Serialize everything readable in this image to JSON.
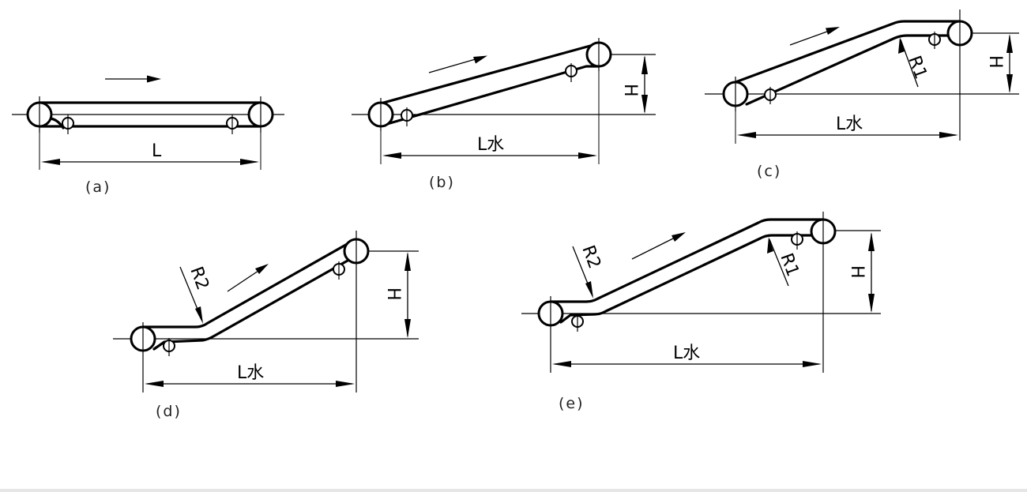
{
  "figures": [
    {
      "id": "a",
      "caption": "(a)",
      "length_label": "L",
      "radius_labels": [],
      "height_label": ""
    },
    {
      "id": "b",
      "caption": "(b)",
      "length_label": "L水",
      "radius_labels": [],
      "height_label": "H"
    },
    {
      "id": "c",
      "caption": "(c)",
      "length_label": "L水",
      "radius_labels": [
        "R1"
      ],
      "height_label": "H"
    },
    {
      "id": "d",
      "caption": "(d)",
      "length_label": "L水",
      "radius_labels": [
        "R2"
      ],
      "height_label": "H"
    },
    {
      "id": "e",
      "caption": "(e)",
      "length_label": "L水",
      "radius_labels": [
        "R2",
        "R1"
      ],
      "height_label": "H"
    }
  ]
}
